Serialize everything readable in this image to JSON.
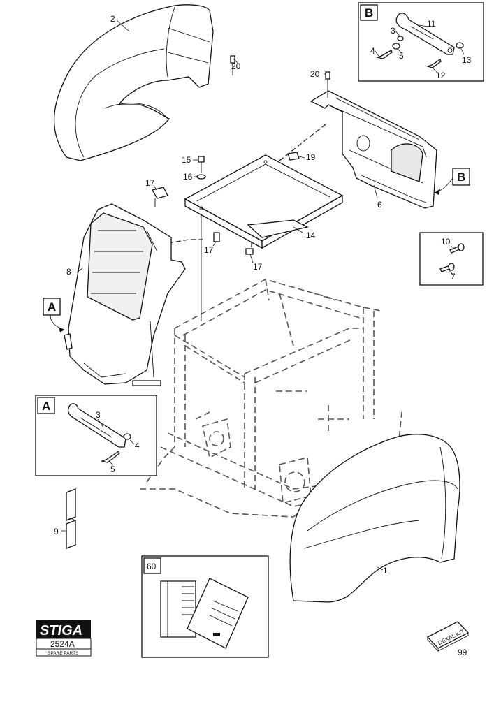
{
  "diagram": {
    "callouts": [
      {
        "id": "c2",
        "text": "2"
      },
      {
        "id": "c20a",
        "text": "20"
      },
      {
        "id": "c20b",
        "text": "20"
      },
      {
        "id": "c15",
        "text": "15"
      },
      {
        "id": "c16",
        "text": "16"
      },
      {
        "id": "c19",
        "text": "19"
      },
      {
        "id": "c17a",
        "text": "17"
      },
      {
        "id": "c17b",
        "text": "17"
      },
      {
        "id": "c17c",
        "text": "17"
      },
      {
        "id": "c14",
        "text": "14"
      },
      {
        "id": "c6",
        "text": "6"
      },
      {
        "id": "c8",
        "text": "8"
      },
      {
        "id": "c1",
        "text": "1"
      },
      {
        "id": "c9",
        "text": "9"
      },
      {
        "id": "c99",
        "text": "99"
      },
      {
        "id": "c10",
        "text": "10"
      },
      {
        "id": "c7",
        "text": "7"
      }
    ],
    "insetB": {
      "label": "B",
      "callouts": [
        {
          "id": "b3",
          "text": "3"
        },
        {
          "id": "b11",
          "text": "11"
        },
        {
          "id": "b4",
          "text": "4"
        },
        {
          "id": "b5",
          "text": "5"
        },
        {
          "id": "b13",
          "text": "13"
        },
        {
          "id": "b12",
          "text": "12"
        }
      ]
    },
    "insetA": {
      "label": "A",
      "callouts": [
        {
          "id": "a3",
          "text": "3"
        },
        {
          "id": "a4",
          "text": "4"
        },
        {
          "id": "a5",
          "text": "5"
        }
      ]
    },
    "pointerA": {
      "label": "A"
    },
    "pointerB": {
      "label": "B"
    },
    "insetDocs": {
      "label": "60"
    },
    "decal": {
      "text": "DEKAL KIT"
    },
    "logo": {
      "brand": "STIGA",
      "code": "2524A",
      "caption": "SPARE PARTS"
    }
  }
}
